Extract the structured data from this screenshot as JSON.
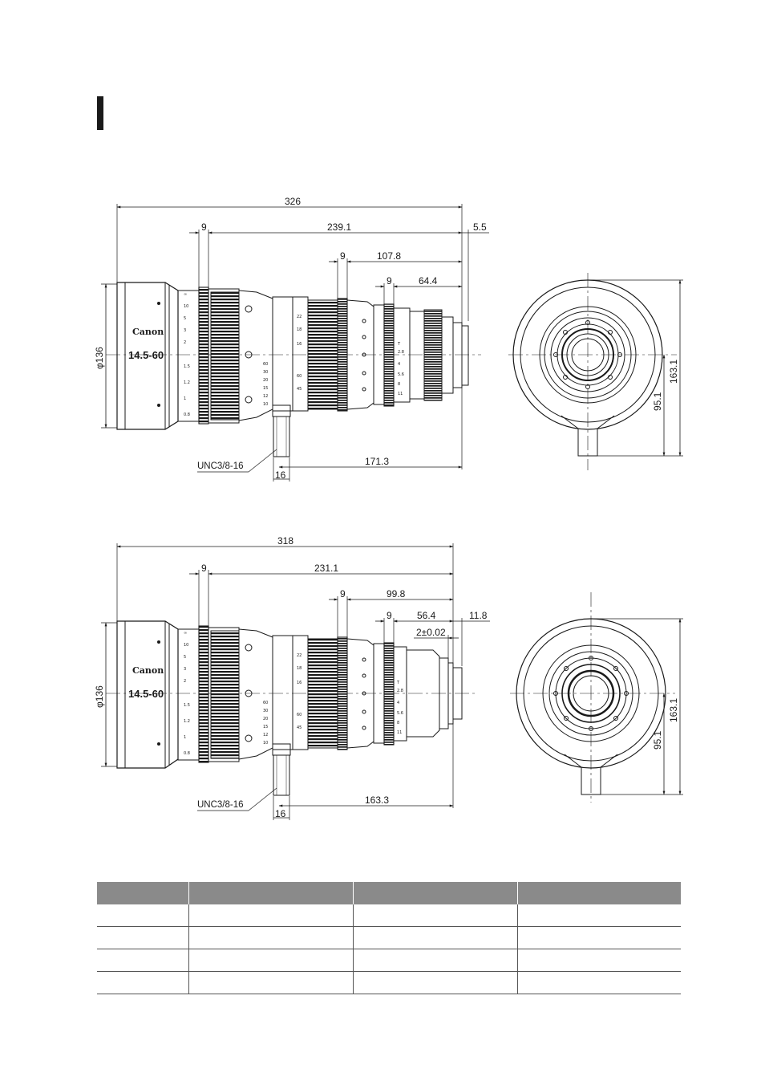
{
  "figure1": {
    "dims": {
      "overall": "326",
      "ring_w1": "9",
      "d1": "239.1",
      "d_flange": "5.5",
      "ring_w2": "9",
      "d2": "107.8",
      "ring_w3": "9",
      "d3": "64.4",
      "diameter": "φ136",
      "mount": "171.3",
      "screw_w": "16",
      "screw": "UNC3/8-16",
      "front_h1": "163.1",
      "front_h2": "95.1"
    },
    "brand": "Canon",
    "zoom": "14.5-60"
  },
  "figure2": {
    "dims": {
      "overall": "318",
      "ring_w1": "9",
      "d1": "231.1",
      "ring_w2": "9",
      "d2": "99.8",
      "ring_w3": "9",
      "d3": "56.4",
      "d_flange": "11.8",
      "tol": "2±0.02",
      "diameter": "φ136",
      "mount": "163.3",
      "screw_w": "16",
      "screw": "UNC3/8-16",
      "front_h1": "163.1",
      "front_h2": "95.1"
    },
    "brand": "Canon",
    "zoom": "14.5-60"
  },
  "table": {
    "headers": [
      "",
      "",
      "",
      ""
    ],
    "rows": [
      [
        "",
        "",
        "",
        ""
      ],
      [
        "",
        "",
        "",
        ""
      ],
      [
        "",
        "",
        "",
        ""
      ],
      [
        "",
        "",
        "",
        ""
      ]
    ]
  }
}
